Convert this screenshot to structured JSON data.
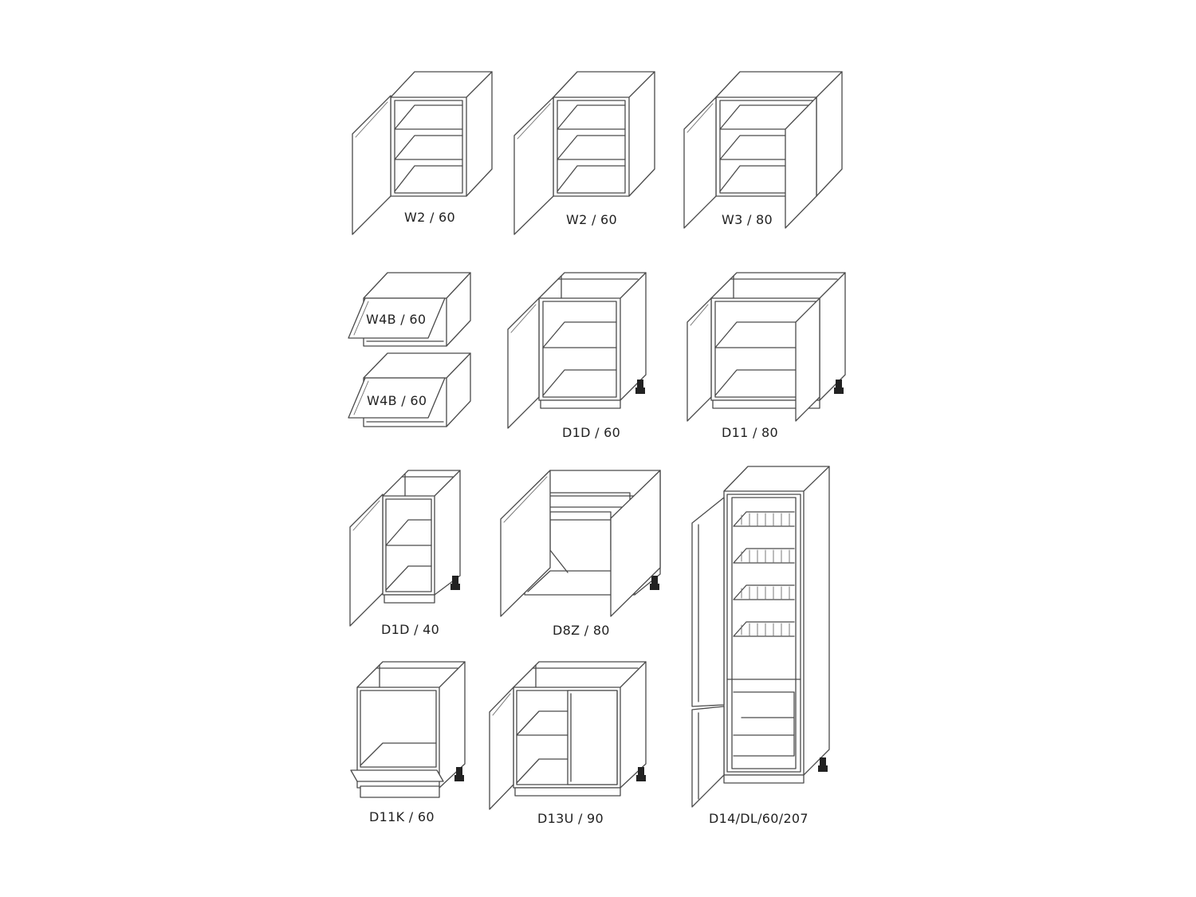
{
  "labels": {
    "w2_a": "W2 / 60",
    "w2_b": "W2 / 60",
    "w3": "W3 / 80",
    "w4b_top": "W4B / 60",
    "w4b_bottom": "W4B / 60",
    "d1d_60": "D1D / 60",
    "d11_80": "D11 / 80",
    "d1d_40": "D1D / 40",
    "d8z_80": "D8Z / 80",
    "d11k_60": "D11K / 60",
    "d13u_90": "D13U / 90",
    "d14": "D14/DL/60/207"
  },
  "colors": {
    "line": "#4a4a4a",
    "text": "#222222",
    "background": "#ffffff"
  }
}
